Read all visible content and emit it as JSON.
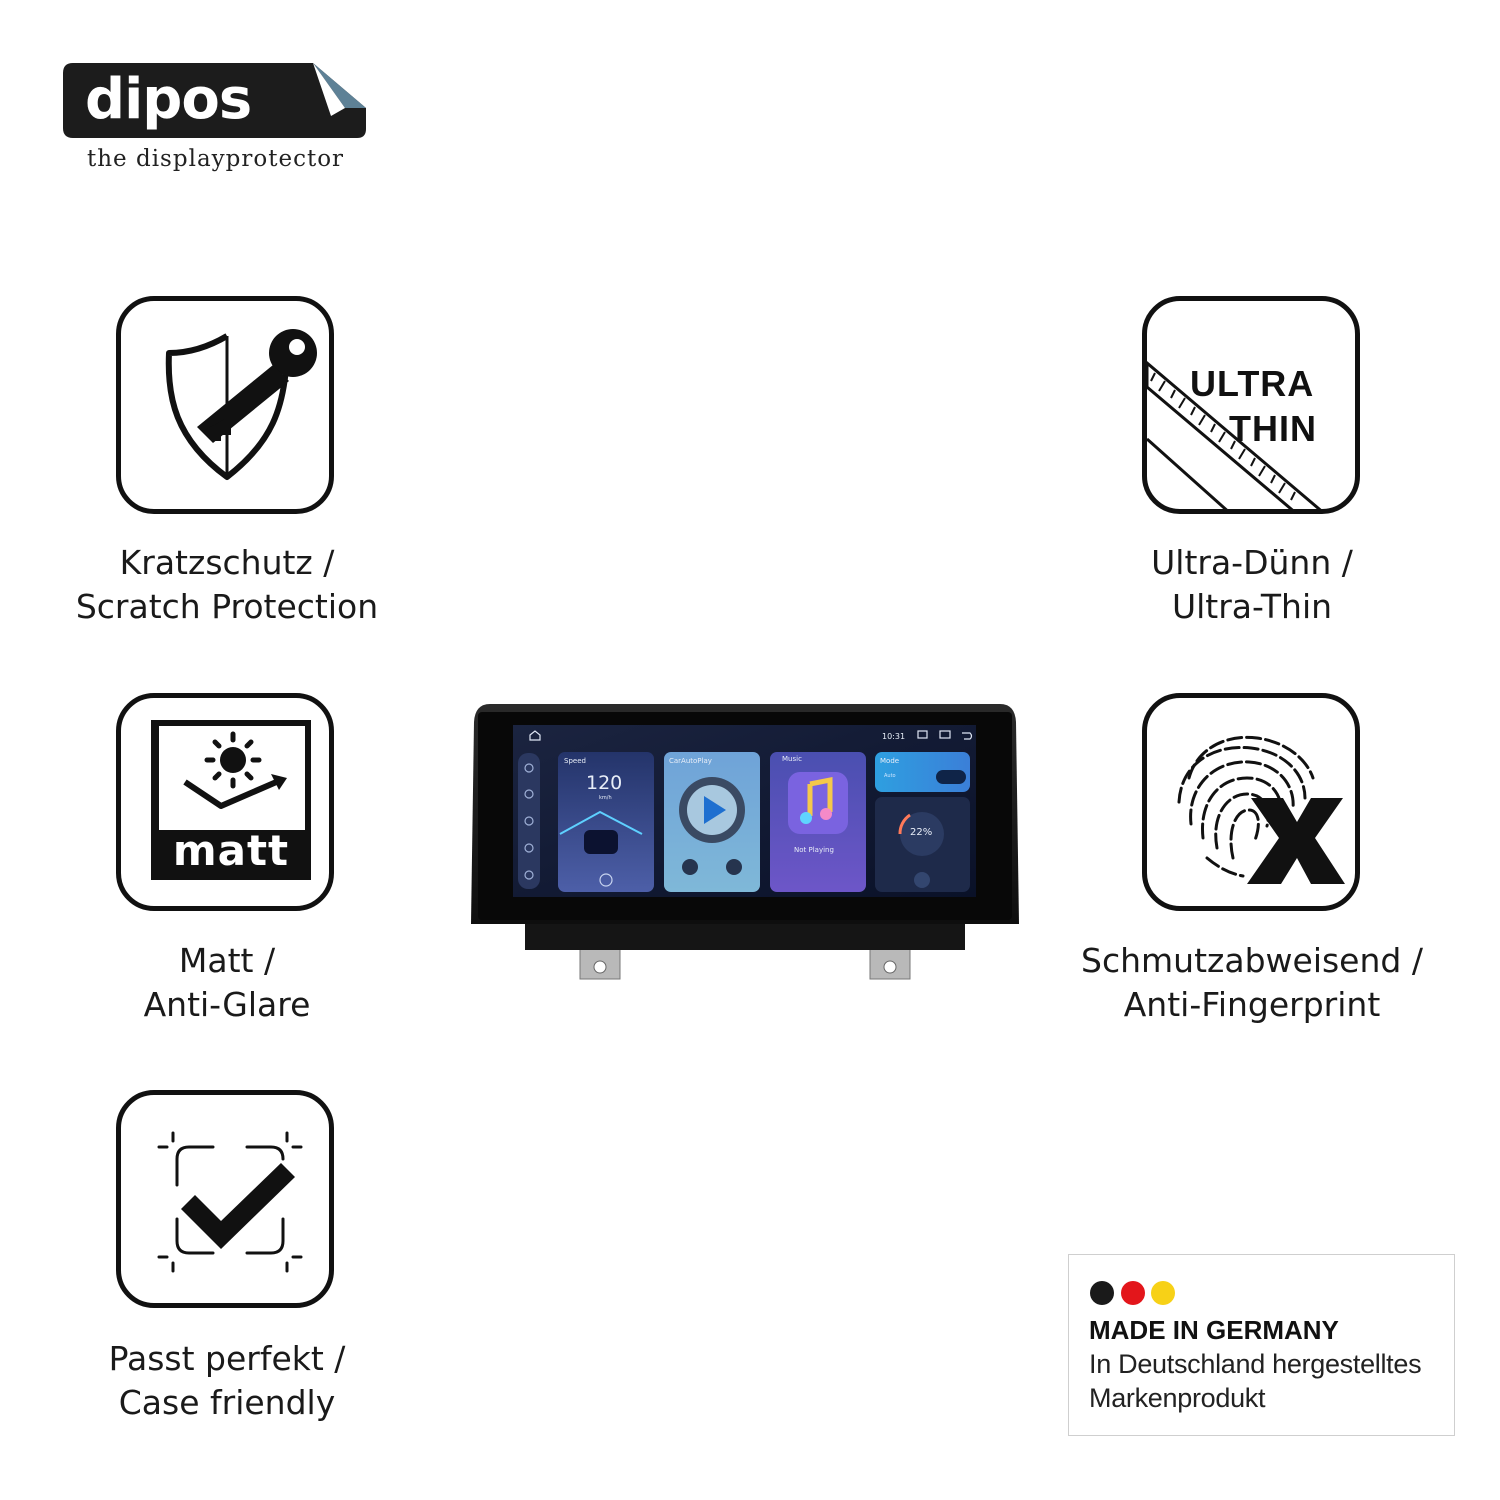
{
  "logo": {
    "brand": "dipos",
    "tagline": "the displayprotector"
  },
  "features": [
    {
      "icon": "shield-key-icon",
      "line1": "Kratzschutz /",
      "line2": "Scratch Protection"
    },
    {
      "icon": "ruler-icon",
      "line1": "Ultra-Dünn /",
      "line2": "Ultra-Thin",
      "badge": [
        "ULTRA",
        "THIN"
      ]
    },
    {
      "icon": "sun-matt-icon",
      "line1": "Matt /",
      "line2": "Anti-Glare",
      "badge": "matt"
    },
    {
      "icon": "fingerprint-x-icon",
      "line1": "Schmutzabweisend /",
      "line2": "Anti-Fingerprint"
    },
    {
      "icon": "checkmark-frame-icon",
      "line1": "Passt perfekt /",
      "line2": "Case friendly"
    }
  ],
  "screen": {
    "time": "10:31",
    "cards": {
      "speed": {
        "label": "Speed",
        "value": "120",
        "unit": "km/h"
      },
      "carplay": {
        "label": "CarAutoPlay"
      },
      "music": {
        "label": "Music",
        "status": "Not Playing"
      },
      "mode": {
        "label": "Mode",
        "option": "Auto"
      },
      "volume": {
        "value": "22%"
      }
    }
  },
  "made_in": {
    "title": "MADE IN GERMANY",
    "line1": "In Deutschland hergestelltes",
    "line2": "Markenprodukt",
    "colors": [
      "#1a1a1a",
      "#e3161b",
      "#f7d117"
    ]
  }
}
